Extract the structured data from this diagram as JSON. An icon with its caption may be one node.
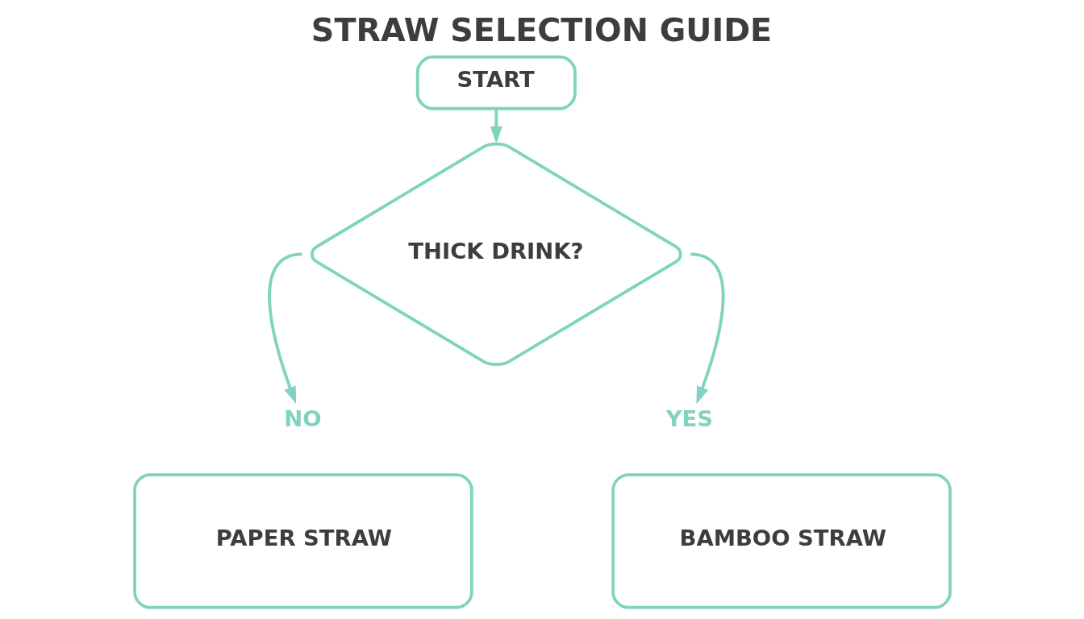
{
  "diagram": {
    "title": "STRAW SELECTION GUIDE",
    "nodes": [
      {
        "text": [
          "START"
        ]
      },
      {
        "text": [
          "THICK DRINK?"
        ]
      },
      {
        "text": [
          "NO"
        ]
      },
      {
        "text": [
          "YES"
        ]
      },
      {
        "text": [
          "PAPER STRAW"
        ]
      },
      {
        "text": [
          "BAMBOO STRAW"
        ]
      }
    ],
    "edges": [
      {
        "from": 0,
        "to": 1,
        "arrow": "to"
      },
      {
        "from": 1,
        "to": 2,
        "arrow": "to"
      },
      {
        "from": 1,
        "to": 3,
        "arrow": "to"
      }
    ]
  }
}
